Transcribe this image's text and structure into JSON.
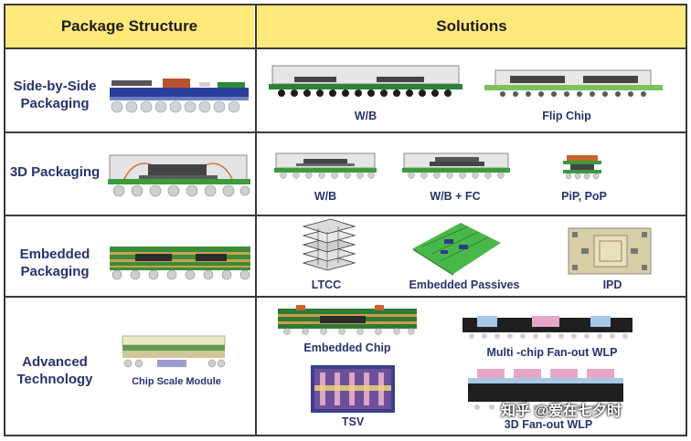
{
  "headers": {
    "left": "Package Structure",
    "right": "Solutions"
  },
  "rows": [
    {
      "label": "Side-by-Side Packaging",
      "solutions": [
        "W/B",
        "Flip Chip"
      ]
    },
    {
      "label": "3D Packaging",
      "solutions": [
        "W/B",
        "W/B + FC",
        "PiP, PoP"
      ]
    },
    {
      "label": "Embedded Packaging",
      "solutions": [
        "LTCC",
        "Embedded Passives",
        "IPD"
      ]
    },
    {
      "label": "Advanced Technology",
      "structure_caption": "Chip Scale Module",
      "solutions": [
        "Embedded Chip",
        "Multi -chip Fan-out WLP",
        "TSV",
        "3D Fan-out WLP"
      ]
    }
  ],
  "watermark": "知乎 @爱在七夕时",
  "colors": {
    "header_bg": "#ffe97a",
    "label_text": "#26346e",
    "substrate_green": "#3c9b3c",
    "solder_ball": "#cfcfcf",
    "die_dark": "#3a3a3a"
  }
}
